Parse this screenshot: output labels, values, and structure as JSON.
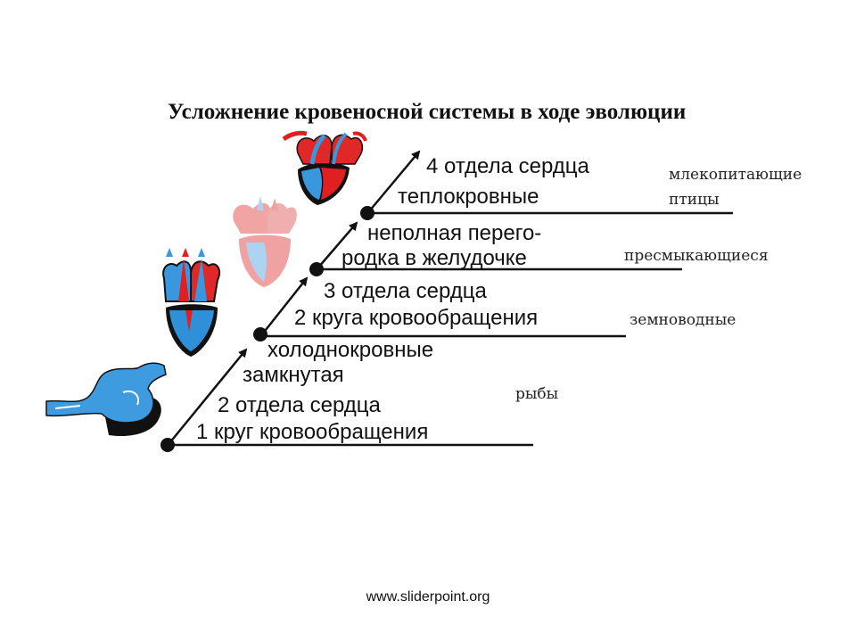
{
  "title": "Усложнение кровеносной системы в ходе эволюции",
  "steps": [
    {
      "lines": [
        "1 круг кровообращения",
        "2 отдела сердца"
      ],
      "group": "рыбы"
    },
    {
      "lines": [
        "замкнутая",
        "холоднокровные"
      ],
      "group": ""
    },
    {
      "lines": [
        "2 круга кровообращения",
        "3 отдела сердца"
      ],
      "group": "земноводные"
    },
    {
      "lines": [
        "родка в желудочке",
        "неполная перего-"
      ],
      "group": "пресмыкающиеся"
    },
    {
      "lines": [
        "теплокровные",
        "4 отдела сердца"
      ],
      "group": [
        "млекопитающие",
        "птицы"
      ]
    }
  ],
  "colors": {
    "line": "#111111",
    "arterial": "#e02020",
    "venous": "#2b8fd6",
    "dark": "#111111"
  },
  "icons": [
    "fish-heart-icon",
    "amphibian-heart-icon",
    "reptile-heart-icon",
    "mammal-heart-icon"
  ],
  "footer": "www.sliderpoint.org"
}
